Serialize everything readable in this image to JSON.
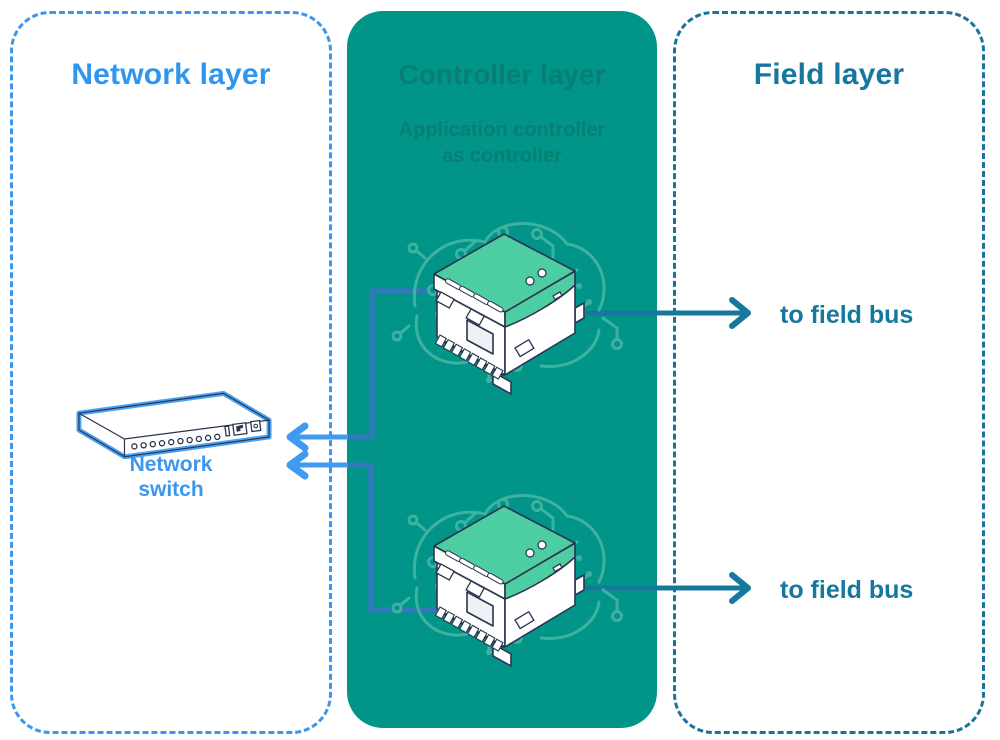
{
  "colors": {
    "network_accent": "#3d96ee",
    "field_accent": "#15789f",
    "controller_panel_bg": "#019489",
    "circuit_trace": "#3db39f",
    "module_lid": "#4dcea2",
    "module_outline": "#2b3350"
  },
  "network_panel": {
    "title": "Network layer",
    "switch_label_line1": "Network",
    "switch_label_line2": "switch"
  },
  "controller_panel": {
    "title": "Controller layer",
    "subtitle_line1": "Application controller",
    "subtitle_line2": "as controller"
  },
  "field_panel": {
    "title": "Field layer",
    "bus_label_top": "to field bus",
    "bus_label_bottom": "to field bus"
  }
}
